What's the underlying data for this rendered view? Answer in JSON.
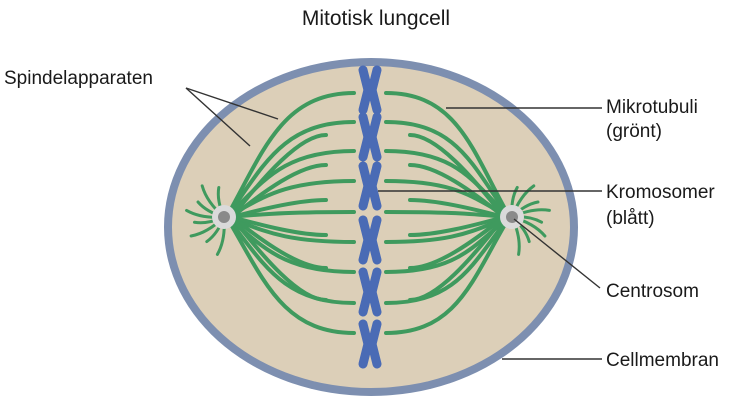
{
  "title": "Mitotisk lungcell",
  "labels": {
    "spindle": "Spindelapparaten",
    "microtubules_line1": "Mikrotubuli",
    "microtubules_line2": "(grönt)",
    "chromosomes_line1": "Kromosomer",
    "chromosomes_line2": "(blått)",
    "centrosome": "Centrosom",
    "membrane": "Cellmembran"
  },
  "colors": {
    "membrane": "#7d8fb0",
    "cytoplasm": "#dccfb8",
    "microtubule": "#3f9a5e",
    "chromosome": "#4a6bb5",
    "centrosome_outer": "#dadada",
    "centrosome_inner": "#8a8a8a",
    "leader_line": "#333333"
  }
}
